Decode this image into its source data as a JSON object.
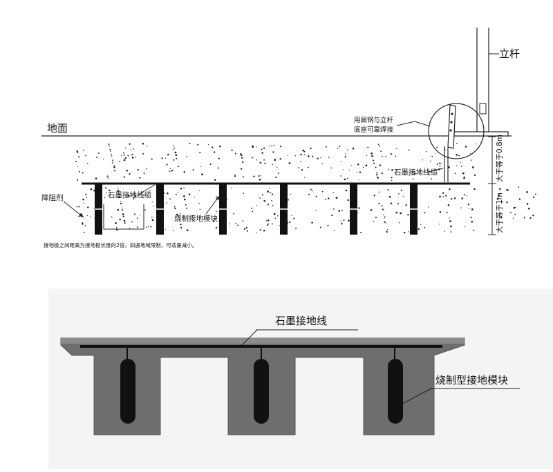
{
  "top_diagram": {
    "labels": {
      "pole": "立杆",
      "ground": "地面",
      "flat_steel_note_line1": "用扁钢与立杆",
      "flat_steel_note_line2": "底座可靠焊接",
      "graphite_cable_right": "石墨接地线缆",
      "resistance_reducer": "降阻剂",
      "graphite_cable_left": "石墨接地线缆",
      "sintered_module": "烧制接地模块",
      "depth_upper": "大于等于0.8m",
      "depth_lower": "大于等于1m",
      "footnote": "接地极之间距离为接地极长度的2倍，如遇地域限制，可适量减小。"
    }
  },
  "bottom_diagram": {
    "labels": {
      "graphite_wire": "石墨接地线",
      "sintered_module": "烧制型接地模块"
    },
    "colors": {
      "concrete": "#6e6e6e",
      "background": "#f4f4f4",
      "module": "#111111"
    }
  }
}
